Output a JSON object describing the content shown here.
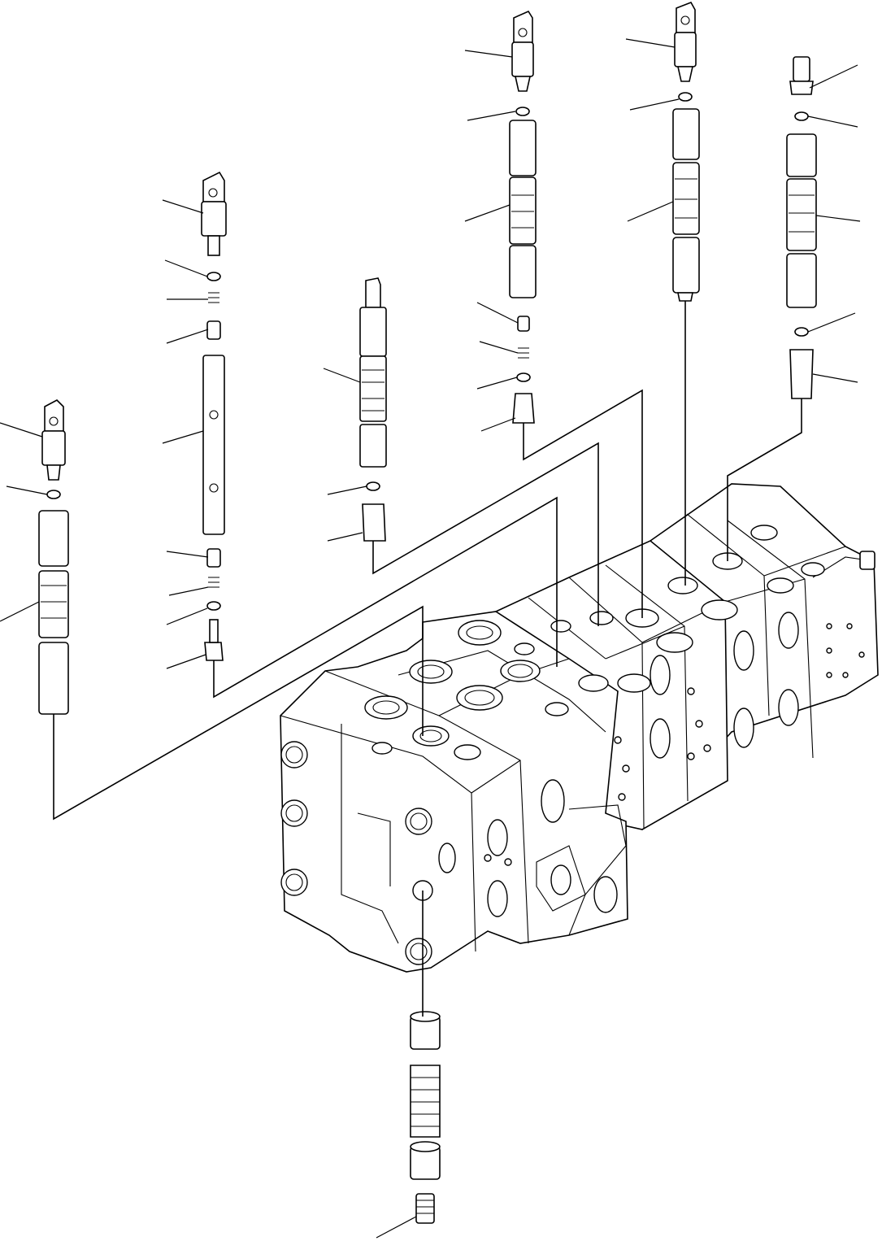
{
  "diagram": {
    "type": "exploded-view",
    "colors": {
      "line": "#000000",
      "background": "#ffffff"
    },
    "labels": [],
    "components": [
      "valve-block",
      "spool-assembly-1",
      "spool-assembly-2",
      "spool-assembly-3",
      "spool-assembly-4",
      "spool-assembly-5",
      "spool-assembly-6",
      "bottom-plug-assembly"
    ]
  }
}
